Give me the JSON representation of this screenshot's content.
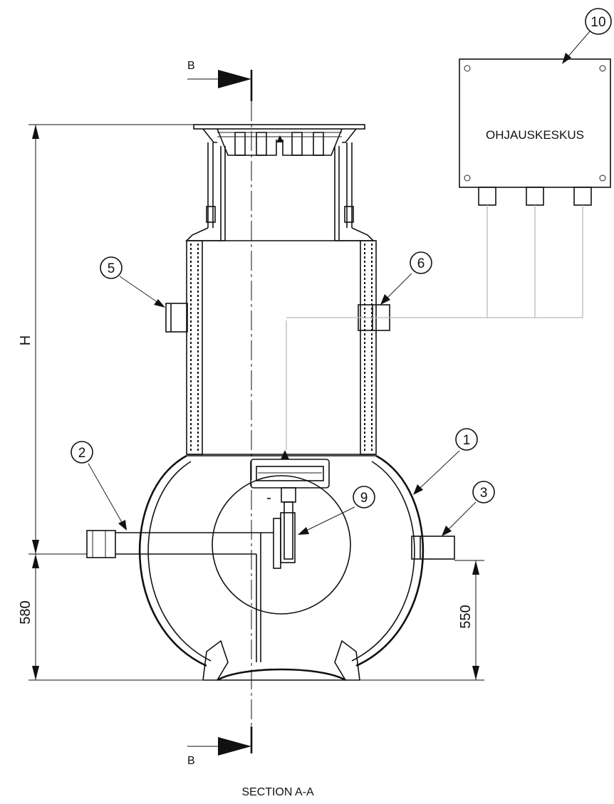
{
  "section_marker": "B",
  "section_title": "SECTION A-A",
  "control_box": {
    "label": "OHJAUSKESKUS"
  },
  "callouts": [
    {
      "id": "c1",
      "text": "1"
    },
    {
      "id": "c2",
      "text": "2"
    },
    {
      "id": "c3",
      "text": "3"
    },
    {
      "id": "c5",
      "text": "5"
    },
    {
      "id": "c6",
      "text": "6"
    },
    {
      "id": "c9",
      "text": "9"
    },
    {
      "id": "c10",
      "text": "10"
    }
  ],
  "dimensions": {
    "height": "H",
    "inlet_height": "580",
    "outlet_height": "550"
  }
}
